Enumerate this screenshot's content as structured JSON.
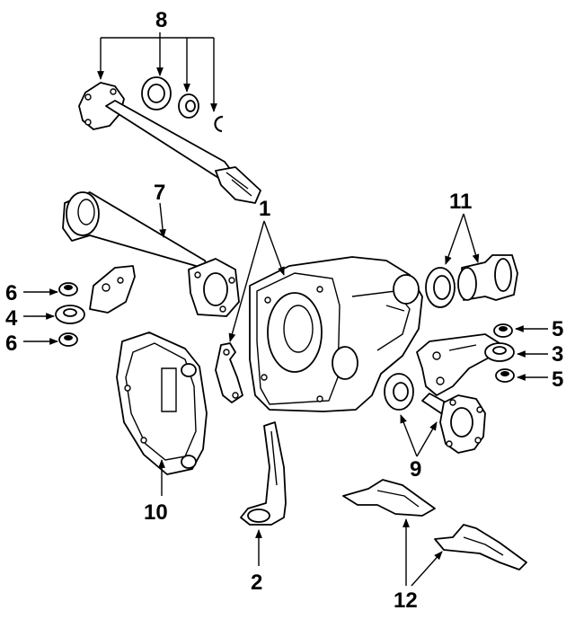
{
  "callouts": [
    {
      "id": "1",
      "label": "1"
    },
    {
      "id": "2",
      "label": "2"
    },
    {
      "id": "3",
      "label": "3"
    },
    {
      "id": "4",
      "label": "4"
    },
    {
      "id": "5a",
      "label": "5"
    },
    {
      "id": "5b",
      "label": "5"
    },
    {
      "id": "6a",
      "label": "6"
    },
    {
      "id": "6b",
      "label": "6"
    },
    {
      "id": "7",
      "label": "7"
    },
    {
      "id": "8",
      "label": "8"
    },
    {
      "id": "9",
      "label": "9"
    },
    {
      "id": "10",
      "label": "10"
    },
    {
      "id": "11",
      "label": "11"
    },
    {
      "id": "12",
      "label": "12"
    }
  ]
}
